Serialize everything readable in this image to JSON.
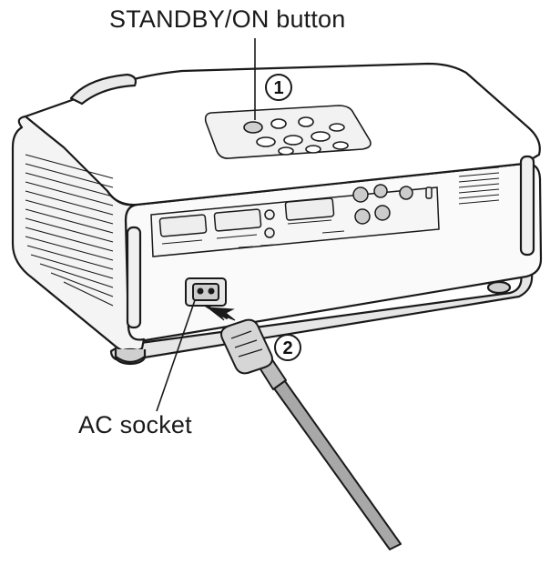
{
  "labels": {
    "standby_button": "STANDBY/ON button",
    "ac_socket": "AC socket"
  },
  "steps": {
    "step_1": "1",
    "step_2": "2"
  },
  "colors": {
    "line": "#1a1a1a",
    "body_fill": "#ffffff",
    "panel_fill": "#f2f2f2",
    "shadow": "#d9d9d9",
    "cord": "#9a9a9a"
  }
}
